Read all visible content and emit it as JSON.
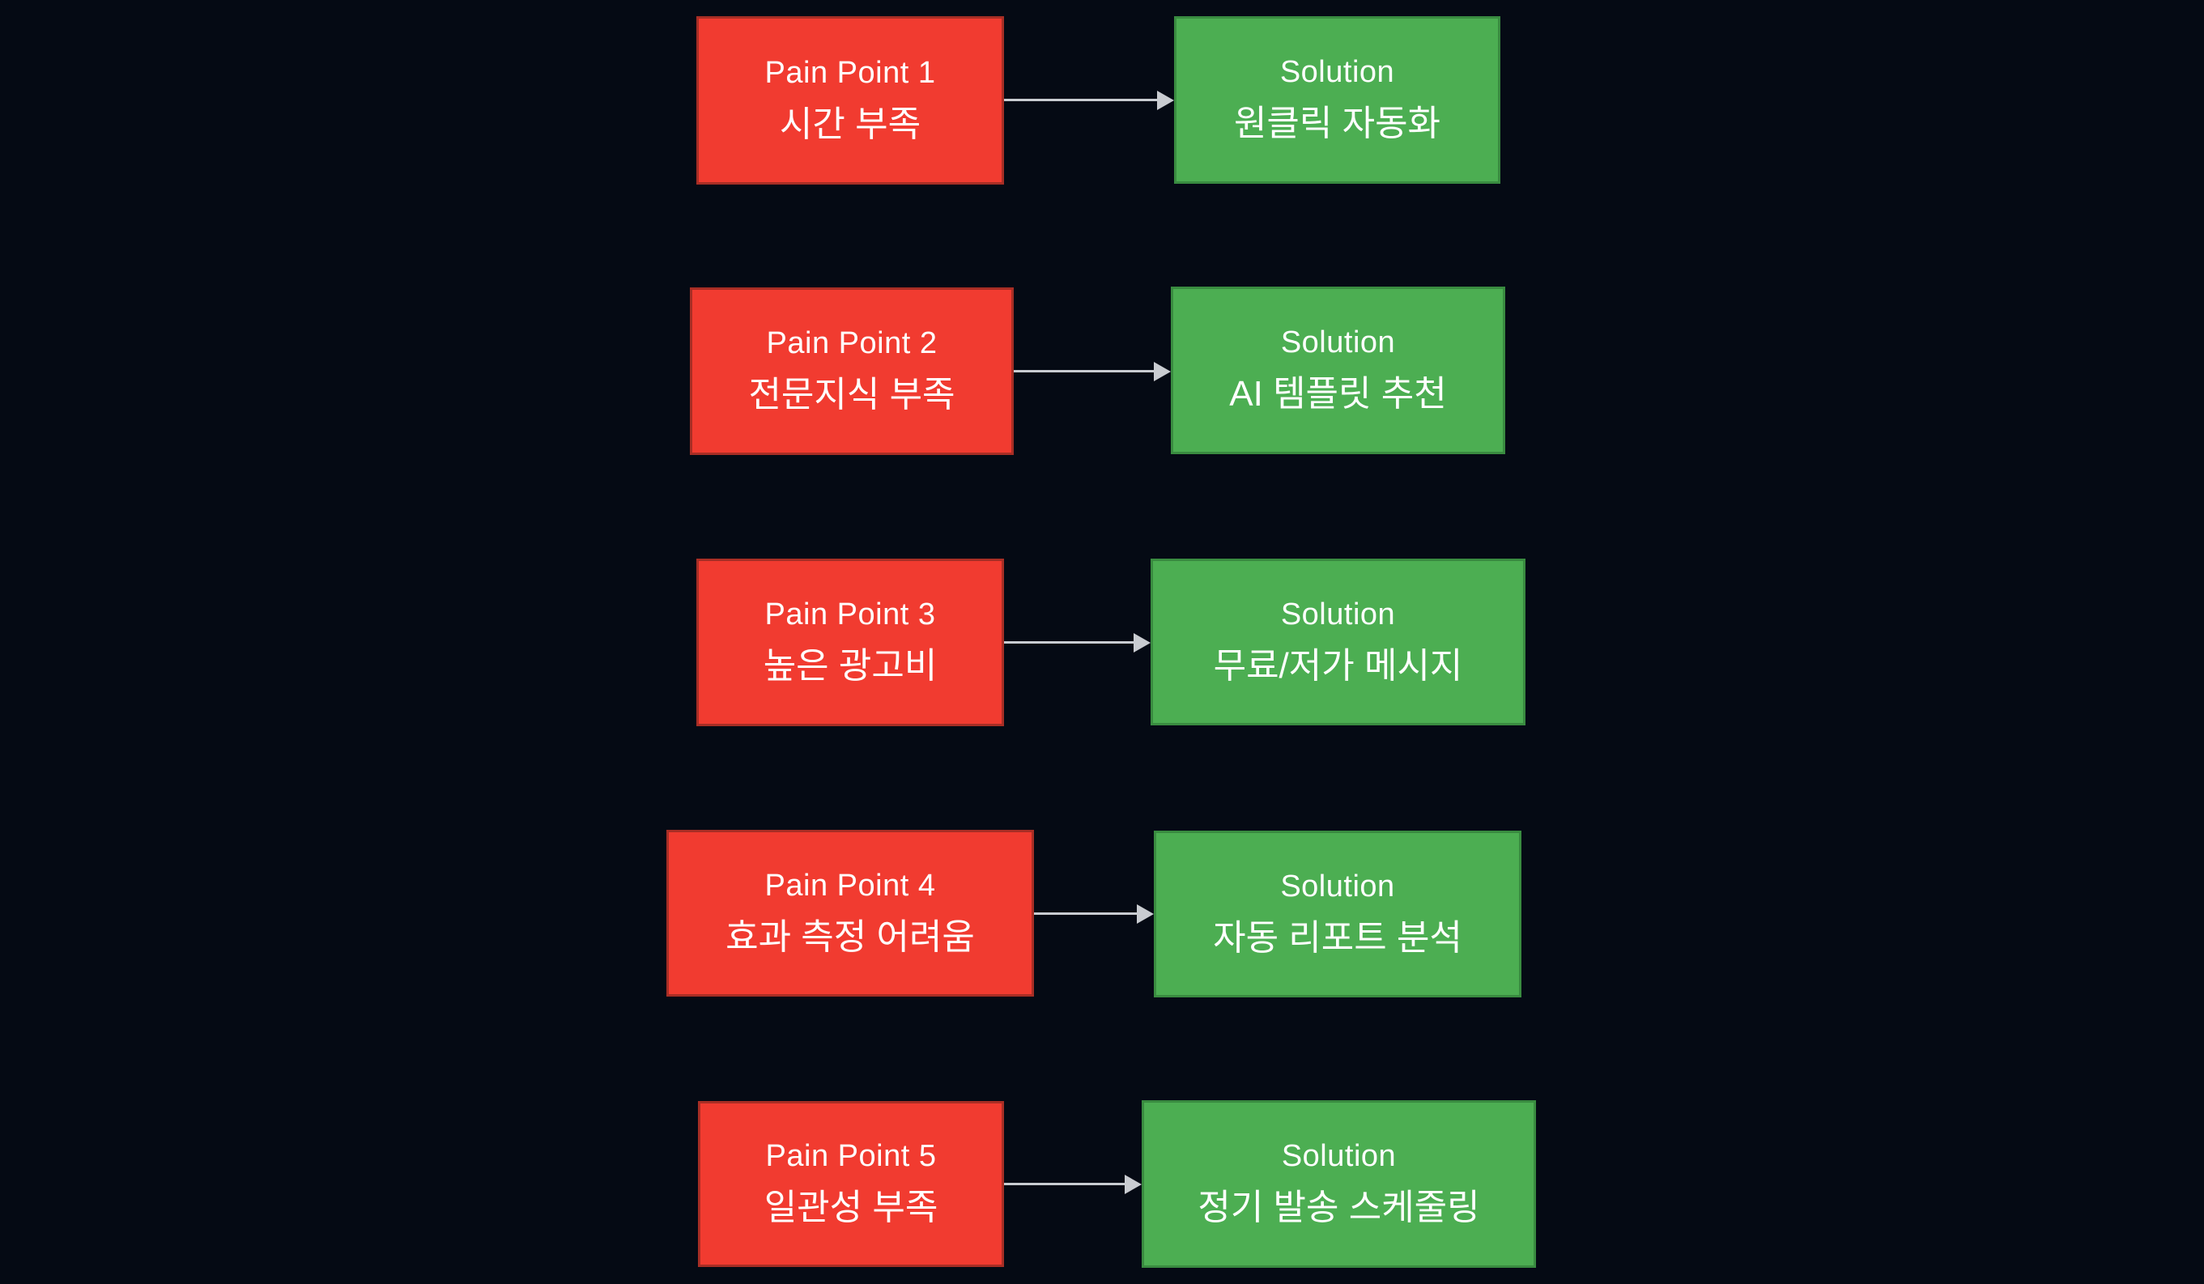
{
  "diagram": {
    "rows": [
      {
        "pain": {
          "title": "Pain Point 1",
          "subtitle": "시간 부족"
        },
        "solution": {
          "title": "Solution",
          "subtitle": "원클릭 자동화"
        }
      },
      {
        "pain": {
          "title": "Pain Point 2",
          "subtitle": "전문지식 부족"
        },
        "solution": {
          "title": "Solution",
          "subtitle": "AI 템플릿 추천"
        }
      },
      {
        "pain": {
          "title": "Pain Point 3",
          "subtitle": "높은 광고비"
        },
        "solution": {
          "title": "Solution",
          "subtitle": "무료/저가 메시지"
        }
      },
      {
        "pain": {
          "title": "Pain Point 4",
          "subtitle": "효과 측정 어려움"
        },
        "solution": {
          "title": "Solution",
          "subtitle": "자동 리포트 분석"
        }
      },
      {
        "pain": {
          "title": "Pain Point 5",
          "subtitle": "일관성 부족"
        },
        "solution": {
          "title": "Solution",
          "subtitle": "정기 발송 스케줄링"
        }
      }
    ]
  },
  "colors": {
    "background": "#050a14",
    "pain_fill": "#f13b30",
    "pain_border": "#a82e25",
    "solution_fill": "#4cae52",
    "solution_border": "#398b40",
    "arrow": "#c9ccd1",
    "text": "#ffffff"
  }
}
